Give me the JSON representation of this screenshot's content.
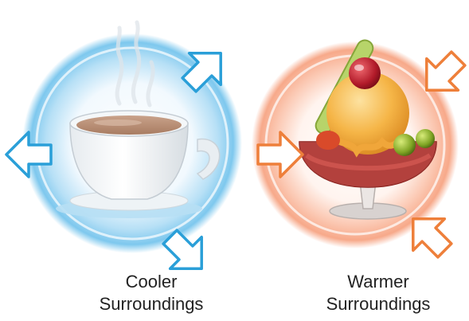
{
  "cool": {
    "line1": "Cooler",
    "line2": "Surroundings",
    "glow_color": "#7ec8ee",
    "arrow_color": "#2a9fd8",
    "arrow_direction": "outward",
    "object": "cup-of-tea"
  },
  "warm": {
    "line1": "Warmer",
    "line2": "Surroundings",
    "glow_color": "#f7a98a",
    "arrow_color": "#ee7f3a",
    "arrow_direction": "inward",
    "object": "ice-cream-sundae"
  }
}
